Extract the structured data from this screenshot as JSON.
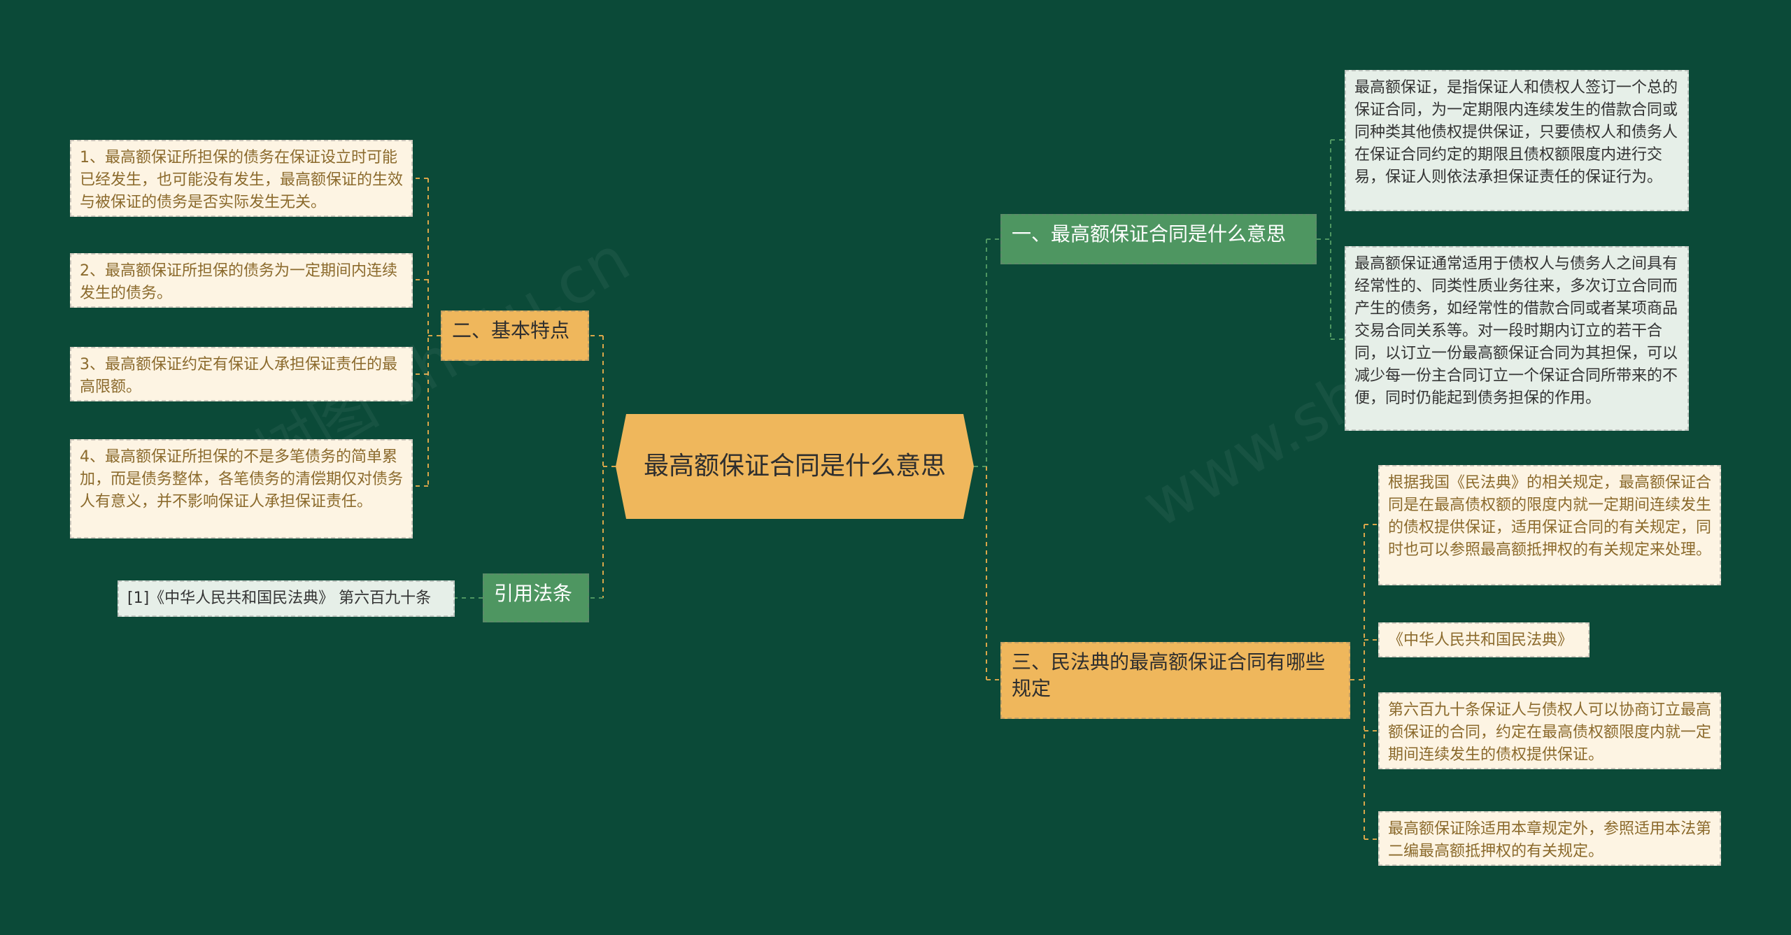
{
  "center": {
    "title": "最高额保证合同是什么意思"
  },
  "branches": {
    "features": {
      "label": "二、基本特点",
      "items": [
        "1、最高额保证所担保的债务在保证设立时可能已经发生，也可能没有发生，最高额保证的生效与被保证的债务是否实际发生无关。",
        "2、最高额保证所担保的债务为一定期间内连续发生的债务。",
        "3、最高额保证约定有保证人承担保证责任的最高限额。",
        "4、最高额保证所担保的不是多笔债务的简单累加，而是债务整体，各笔债务的清偿期仅对债务人有意义，并不影响保证人承担保证责任。"
      ]
    },
    "citation": {
      "label": "引用法条",
      "items": [
        "[1]《中华人民共和国民法典》 第六百九十条"
      ]
    },
    "meaning": {
      "label": "一、最高额保证合同是什么意思",
      "items": [
        "最高额保证，是指保证人和债权人签订一个总的保证合同，为一定期限内连续发生的借款合同或同种类其他债权提供保证，只要债权人和债务人在保证合同约定的期限且债权额限度内进行交易，保证人则依法承担保证责任的保证行为。",
        "最高额保证通常适用于债权人与债务人之间具有经常性的、同类性质业务往来，多次订立合同而产生的债务，如经常性的借款合同或者某项商品交易合同关系等。对一段时期内订立的若干合同，以订立一份最高额保证合同为其担保，可以减少每一份主合同订立一个保证合同所带来的不便，同时仍能起到债务担保的作用。"
      ]
    },
    "provisions": {
      "label": "三、民法典的最高额保证合同有哪些规定",
      "items": [
        "根据我国《民法典》的相关规定，最高额保证合同是在最高债权额的限度内就一定期间连续发生的债权提供保证，适用保证合同的有关规定，同时也可以参照最高额抵押权的有关规定来处理。",
        "《中华人民共和国民法典》",
        "第六百九十条保证人与债权人可以协商订立最高额保证的合同，约定在最高债权额限度内就一定期间连续发生的债权提供保证。",
        "最高额保证除适用本章规定外，参照适用本法第二编最高额抵押权的有关规定。"
      ]
    }
  },
  "colors": {
    "background": "#0b4a38",
    "orange": "#efb75c",
    "green": "#4e9661",
    "cream": "#fdf4e3",
    "grey_leaf": "#e6efe8",
    "line_orange": "#d9a64a",
    "line_green": "#4e9661"
  }
}
